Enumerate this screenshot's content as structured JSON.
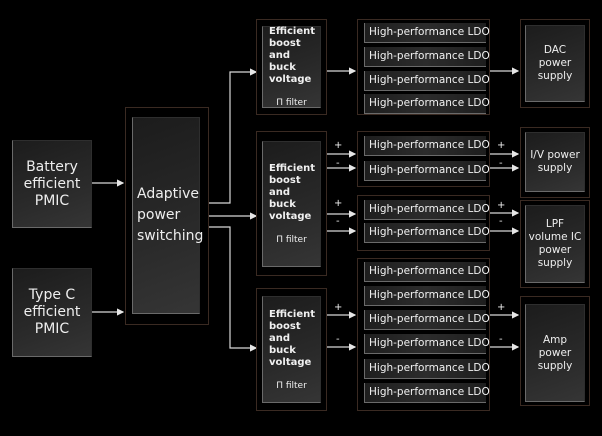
{
  "sources": {
    "battery": "Battery efficient PMIC",
    "battery_lines": [
      "Battery",
      "efficient",
      "PMIC"
    ],
    "typec_lines": [
      "Type C",
      "efficient",
      "PMIC"
    ]
  },
  "switch": {
    "lines": [
      "Adaptive",
      "power",
      "switching"
    ]
  },
  "converter": {
    "lines": [
      "Efficient",
      "boost and",
      "buck",
      "voltage"
    ],
    "filter": "Π filter"
  },
  "ldo_label": "High-performance LDO",
  "groups": [
    {
      "ldo_count": 4,
      "outputs": [
        {
          "lines": [
            "DAC",
            "power",
            "supply"
          ],
          "polarity": false
        }
      ]
    },
    {
      "ldo_count": 4,
      "outputs": [
        {
          "lines": [
            "I/V power",
            "supply"
          ],
          "polarity": true
        },
        {
          "lines": [
            "LPF",
            "volume IC",
            "power",
            "supply"
          ],
          "polarity": true
        }
      ]
    },
    {
      "ldo_count": 6,
      "outputs": [
        {
          "lines": [
            "Amp",
            "power",
            "supply"
          ],
          "polarity": true
        }
      ]
    }
  ],
  "signs": {
    "plus": "+",
    "minus": "-"
  },
  "ldo": {
    "g1": [
      "High-performance LDO",
      "High-performance LDO",
      "High-performance LDO",
      "High-performance LDO"
    ],
    "g2a": [
      "High-performance LDO",
      "High-performance LDO"
    ],
    "g2b": [
      "High-performance LDO",
      "High-performance LDO"
    ],
    "g3": [
      "High-performance LDO",
      "High-performance LDO",
      "High-performance LDO",
      "High-performance LDO",
      "High-performance LDO",
      "High-performance LDO"
    ]
  },
  "colors": {
    "background": "#000000",
    "box_border": "#3a2a22",
    "line": "#e6e6e6"
  }
}
